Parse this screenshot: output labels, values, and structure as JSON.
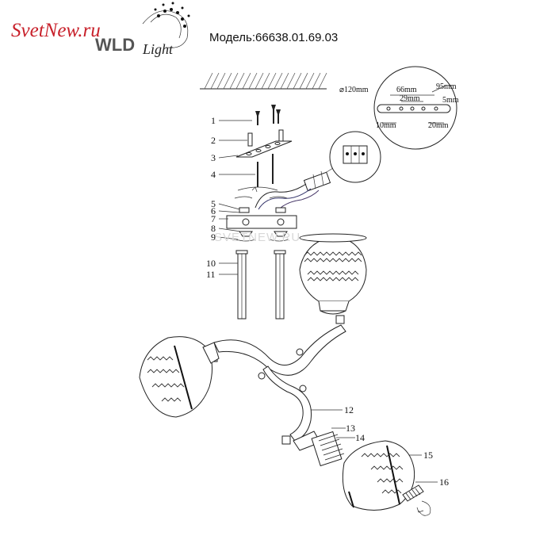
{
  "header": {
    "logo_text": "SvetNew.ru",
    "logo_brand": "WLD",
    "logo_sub": "Light",
    "model": "Модель:66638.01.69.03"
  },
  "watermark": "SVETNEW.RU",
  "dimensions": {
    "diameter": "⌀120mm",
    "d66": "66mm",
    "d95": "95mm",
    "d29": "29mm",
    "d5": "5mm",
    "d10": "10mm",
    "d20": "20mm"
  },
  "parts": [
    "1",
    "2",
    "3",
    "4",
    "5",
    "6",
    "7",
    "8",
    "9",
    "10",
    "11",
    "12",
    "13",
    "14",
    "15",
    "16"
  ]
}
